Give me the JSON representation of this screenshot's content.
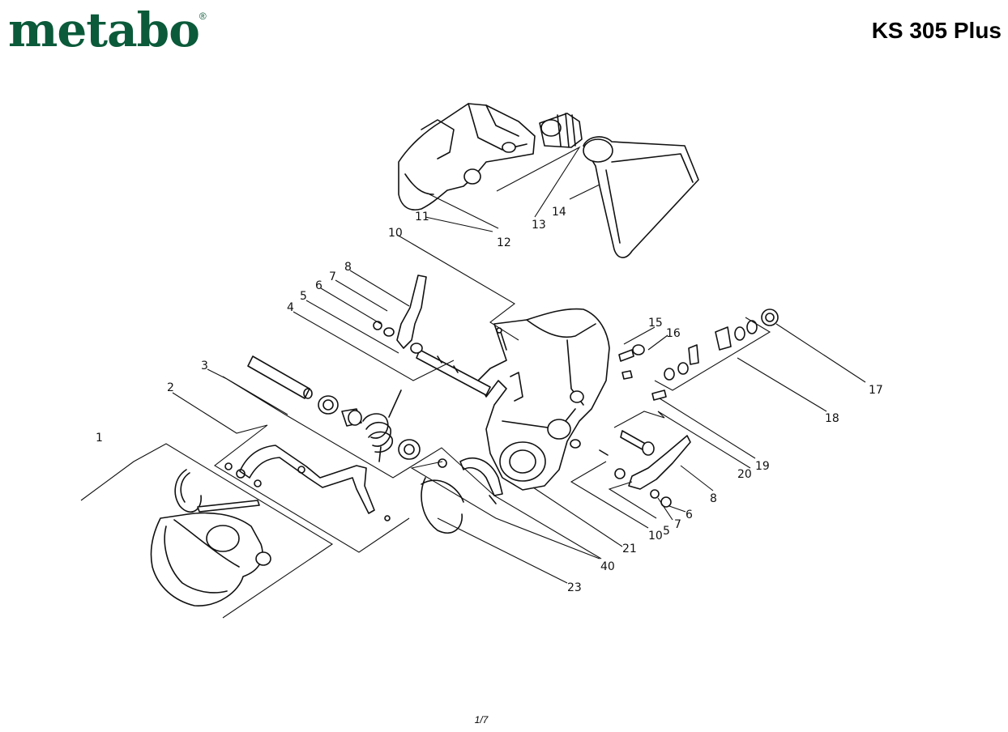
{
  "header": {
    "brand": "metabo",
    "brand_mark": "®",
    "model": "KS 305 Plus"
  },
  "footer": {
    "page": "1/7"
  },
  "callouts": {
    "c1": "1",
    "c2": "2",
    "c3": "3",
    "c4": "4",
    "c5a": "5",
    "c6a": "6",
    "c7a": "7",
    "c8a": "8",
    "c10a": "10",
    "c11": "11",
    "c12": "12",
    "c13": "13",
    "c14": "14",
    "c15": "15",
    "c16": "16",
    "c17": "17",
    "c18": "18",
    "c19": "19",
    "c20": "20",
    "c8b": "8",
    "c6b": "6",
    "c7b": "7",
    "c5b": "5",
    "c10b": "10",
    "c21": "21",
    "c40": "40",
    "c23": "23"
  }
}
